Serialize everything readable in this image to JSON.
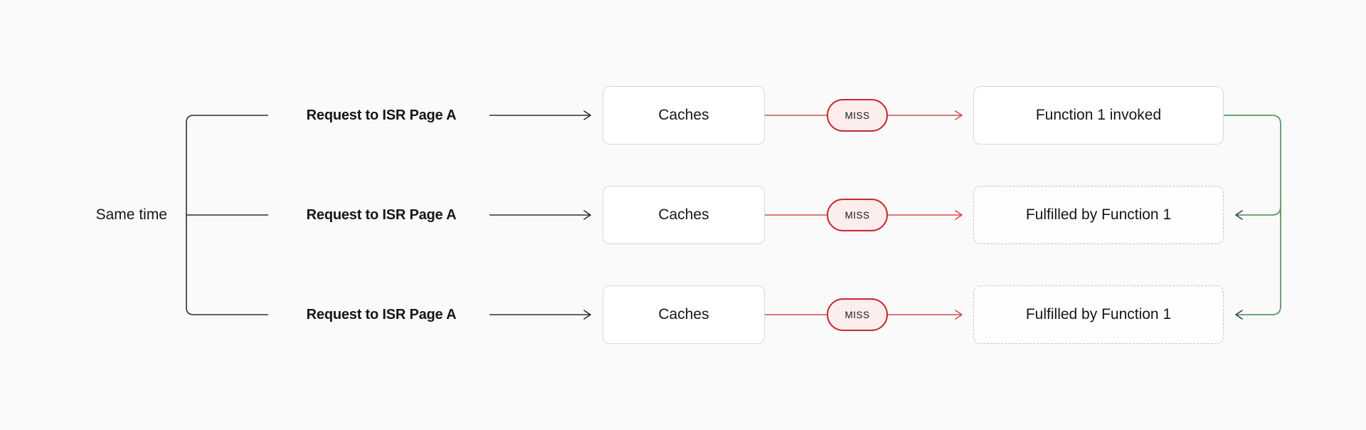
{
  "colors": {
    "background": "#fafafa",
    "text": "#161616",
    "line_dark": "#2f2f2f",
    "red_line": "#d2504f",
    "red_border": "#c42a30",
    "red_fill": "#fdeded",
    "green_line": "#579b67",
    "box_fill": "#ffffff",
    "box_border": "#d9d9d9",
    "dashed_border": "#c2c2c2"
  },
  "labels": {
    "same_time": "Same time"
  },
  "rows": [
    {
      "request": "Request to ISR Page A",
      "cache": "Caches",
      "status": "MISS",
      "result": "Function 1 invoked"
    },
    {
      "request": "Request to ISR Page A",
      "cache": "Caches",
      "status": "MISS",
      "result": "Fulfilled by Function 1"
    },
    {
      "request": "Request to ISR Page A",
      "cache": "Caches",
      "status": "MISS",
      "result": "Fulfilled by Function 1"
    }
  ]
}
